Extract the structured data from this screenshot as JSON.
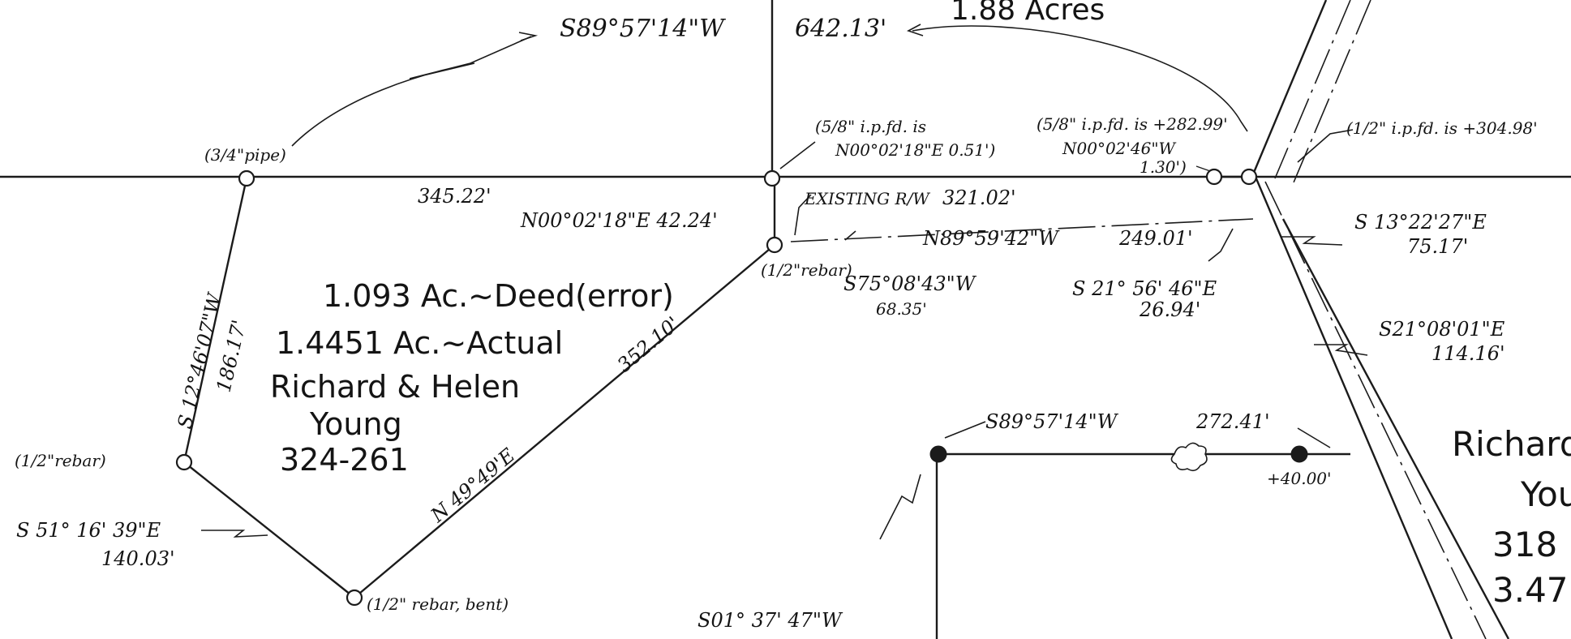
{
  "calls": {
    "top_bearing": "S89°57'14\"W",
    "top_distance": "642.13'",
    "acres_188": "1.88 Acres",
    "pipe34": "(3/4\"pipe)",
    "dist_34522": "345.22'",
    "nw_call": "N00°02'18\"E 42.24'",
    "ip58_a": "(5/8\" i.p.fd. is",
    "ip58_a2": "N00°02'18\"E 0.51')",
    "ip58_b": "(5/8\" i.p.fd. is +282.99'",
    "ip58_b2": "N00°02'46\"W",
    "ip58_b3": "1.30')",
    "ip12": "(1/2\" i.p.fd. is +304.98'",
    "existing_rw": "EXISTING R/W",
    "dist_32102": "321.02'",
    "n89_bearing": "N89°59'42\"W",
    "n89_distance": "249.01'",
    "s13_bearing": "S 13°22'27\"E",
    "s13_distance": "75.17'",
    "rebar_half": "(1/2\"rebar)",
    "s75_bearing": "S75°08'43\"W",
    "s75_distance": "68.35'",
    "s21a_bearing": "S 21° 56' 46\"E",
    "s21a_distance": "26.94'",
    "s21b_bearing": "S21°08'01\"E",
    "s21b_distance": "114.16'",
    "deed_acres": "1.093 Ac.~Deed(error)",
    "actual_acres": "1.4451 Ac.~Actual",
    "owner_1": "Richard & Helen",
    "owner_2": "Young",
    "owner_3": "324-261",
    "s12_bearing": "S 12°46'07\"W",
    "s12_distance": "186.17'",
    "dist_35210": "352.10'",
    "n49_bearing": "N 49°49'E",
    "rebar_left": "(1/2\"rebar)",
    "s51_bearing": "S 51° 16' 39\"E",
    "s51_distance": "140.03'",
    "rebar_bent": "(1/2\" rebar, bent)",
    "s89b_bearing": "S89°57'14\"W",
    "s89b_distance": "272.41'",
    "plus_4000": "+40.00'",
    "s01_bearing": "S01° 37' 47\"W",
    "right_owner_1": "Richard",
    "right_owner_2": "You",
    "right_owner_3": "318",
    "right_owner_4": "3.47"
  }
}
